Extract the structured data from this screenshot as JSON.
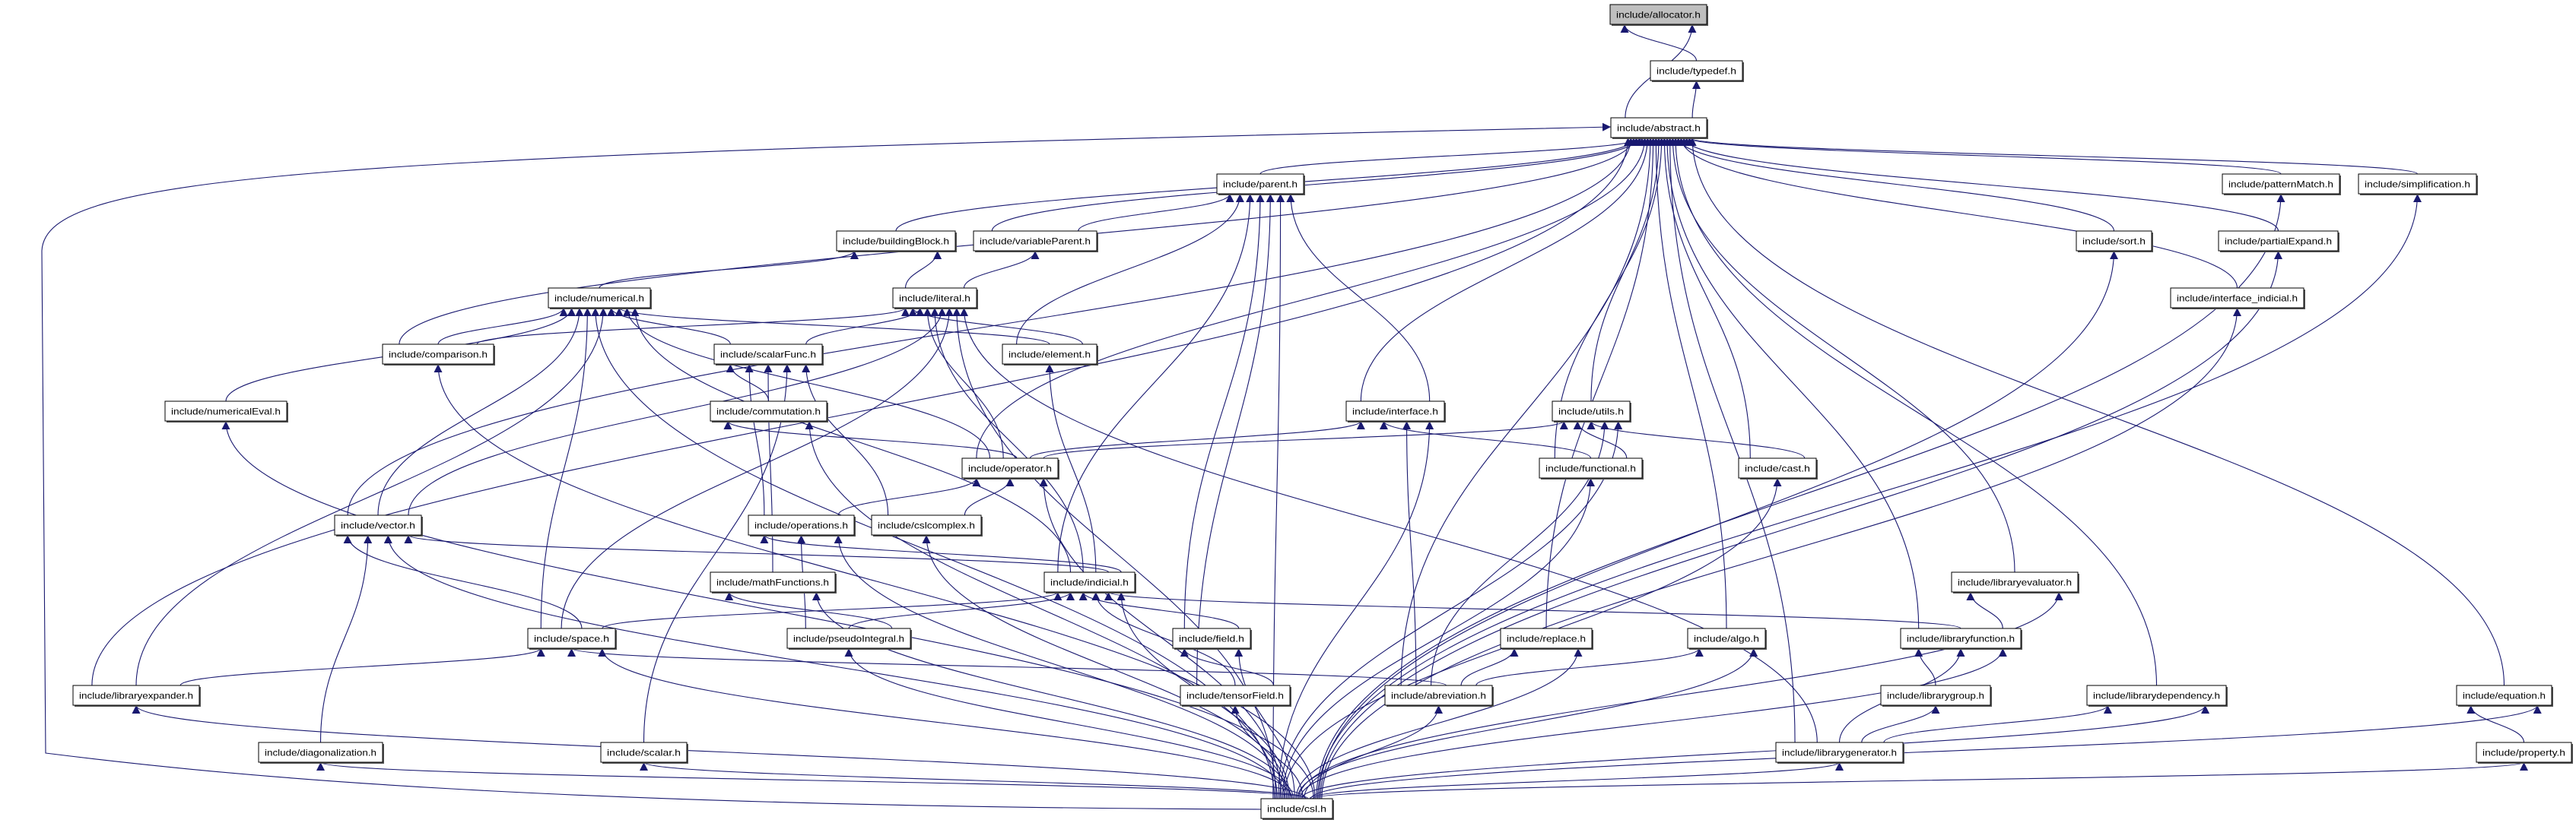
{
  "graph": {
    "type": "include-dependency-graph",
    "colors": {
      "edge": "#191970",
      "root_fill": "#bfbfbf",
      "node_fill": "#ffffff",
      "node_border": "#000000"
    },
    "nodes": [
      {
        "id": "allocator",
        "label": "include/allocator.h",
        "root": true
      },
      {
        "id": "typedef",
        "label": "include/typedef.h"
      },
      {
        "id": "abstract",
        "label": "include/abstract.h"
      },
      {
        "id": "parent",
        "label": "include/parent.h"
      },
      {
        "id": "patternMatch",
        "label": "include/patternMatch.h"
      },
      {
        "id": "simplification",
        "label": "include/simplification.h"
      },
      {
        "id": "buildingBlock",
        "label": "include/buildingBlock.h"
      },
      {
        "id": "variableParent",
        "label": "include/variableParent.h"
      },
      {
        "id": "sort",
        "label": "include/sort.h"
      },
      {
        "id": "partialExpand",
        "label": "include/partialExpand.h"
      },
      {
        "id": "numerical",
        "label": "include/numerical.h"
      },
      {
        "id": "literal",
        "label": "include/literal.h"
      },
      {
        "id": "interface_indicial",
        "label": "include/interface_indicial.h"
      },
      {
        "id": "comparison",
        "label": "include/comparison.h"
      },
      {
        "id": "scalarFunc",
        "label": "include/scalarFunc.h"
      },
      {
        "id": "element",
        "label": "include/element.h"
      },
      {
        "id": "numericalEval",
        "label": "include/numericalEval.h"
      },
      {
        "id": "commutation",
        "label": "include/commutation.h"
      },
      {
        "id": "interface",
        "label": "include/interface.h"
      },
      {
        "id": "utils",
        "label": "include/utils.h"
      },
      {
        "id": "operator",
        "label": "include/operator.h"
      },
      {
        "id": "functional",
        "label": "include/functional.h"
      },
      {
        "id": "cast",
        "label": "include/cast.h"
      },
      {
        "id": "vector",
        "label": "include/vector.h"
      },
      {
        "id": "operations",
        "label": "include/operations.h"
      },
      {
        "id": "cslcomplex",
        "label": "include/cslcomplex.h"
      },
      {
        "id": "mathFunctions",
        "label": "include/mathFunctions.h"
      },
      {
        "id": "indicial",
        "label": "include/indicial.h"
      },
      {
        "id": "libraryevaluator",
        "label": "include/libraryevaluator.h"
      },
      {
        "id": "space",
        "label": "include/space.h"
      },
      {
        "id": "pseudoIntegral",
        "label": "include/pseudoIntegral.h"
      },
      {
        "id": "field",
        "label": "include/field.h"
      },
      {
        "id": "replace",
        "label": "include/replace.h"
      },
      {
        "id": "algo",
        "label": "include/algo.h"
      },
      {
        "id": "libraryfunction",
        "label": "include/libraryfunction.h"
      },
      {
        "id": "libraryexpander",
        "label": "include/libraryexpander.h"
      },
      {
        "id": "tensorField",
        "label": "include/tensorField.h"
      },
      {
        "id": "abreviation",
        "label": "include/abreviation.h"
      },
      {
        "id": "librarygroup",
        "label": "include/librarygroup.h"
      },
      {
        "id": "librarydependency",
        "label": "include/librarydependency.h"
      },
      {
        "id": "equation",
        "label": "include/equation.h"
      },
      {
        "id": "diagonalization",
        "label": "include/diagonalization.h"
      },
      {
        "id": "scalar",
        "label": "include/scalar.h"
      },
      {
        "id": "librarygenerator",
        "label": "include/librarygenerator.h"
      },
      {
        "id": "property",
        "label": "include/property.h"
      },
      {
        "id": "csl",
        "label": "include/csl.h"
      }
    ],
    "edges": [
      [
        "typedef",
        "allocator"
      ],
      [
        "abstract",
        "allocator"
      ],
      [
        "abstract",
        "typedef"
      ],
      [
        "csl",
        "abstract"
      ],
      [
        "libraryexpander",
        "abstract"
      ],
      [
        "vector",
        "abstract"
      ],
      [
        "comparison",
        "abstract"
      ],
      [
        "buildingBlock",
        "abstract"
      ],
      [
        "variableParent",
        "abstract"
      ],
      [
        "parent",
        "abstract"
      ],
      [
        "operator",
        "abstract"
      ],
      [
        "interface",
        "abstract"
      ],
      [
        "abreviation",
        "abstract"
      ],
      [
        "replace",
        "abstract"
      ],
      [
        "algo",
        "abstract"
      ],
      [
        "utils",
        "abstract"
      ],
      [
        "functional",
        "abstract"
      ],
      [
        "cast",
        "abstract"
      ],
      [
        "libraryfunction",
        "abstract"
      ],
      [
        "librarygenerator",
        "abstract"
      ],
      [
        "libraryevaluator",
        "abstract"
      ],
      [
        "librarydependency",
        "abstract"
      ],
      [
        "sort",
        "abstract"
      ],
      [
        "interface_indicial",
        "abstract"
      ],
      [
        "partialExpand",
        "abstract"
      ],
      [
        "patternMatch",
        "abstract"
      ],
      [
        "simplification",
        "abstract"
      ],
      [
        "equation",
        "abstract"
      ],
      [
        "variableParent",
        "parent"
      ],
      [
        "element",
        "parent"
      ],
      [
        "indicial",
        "parent"
      ],
      [
        "field",
        "parent"
      ],
      [
        "tensorField",
        "parent"
      ],
      [
        "csl",
        "parent"
      ],
      [
        "interface",
        "parent"
      ],
      [
        "numerical",
        "buildingBlock"
      ],
      [
        "literal",
        "buildingBlock"
      ],
      [
        "literal",
        "variableParent"
      ],
      [
        "comparison",
        "numerical"
      ],
      [
        "numericalEval",
        "numerical"
      ],
      [
        "vector",
        "numerical"
      ],
      [
        "space",
        "numerical"
      ],
      [
        "csl",
        "numerical"
      ],
      [
        "libraryexpander",
        "numerical"
      ],
      [
        "scalarFunc",
        "numerical"
      ],
      [
        "element",
        "numerical"
      ],
      [
        "operator",
        "numerical"
      ],
      [
        "indicial",
        "numerical"
      ],
      [
        "comparison",
        "literal"
      ],
      [
        "element",
        "literal"
      ],
      [
        "scalarFunc",
        "literal"
      ],
      [
        "operator",
        "literal"
      ],
      [
        "indicial",
        "literal"
      ],
      [
        "vector",
        "literal"
      ],
      [
        "space",
        "literal"
      ],
      [
        "csl",
        "literal"
      ],
      [
        "librarygenerator",
        "literal"
      ],
      [
        "commutation",
        "scalarFunc"
      ],
      [
        "operations",
        "scalarFunc"
      ],
      [
        "mathFunctions",
        "scalarFunc"
      ],
      [
        "scalar",
        "scalarFunc"
      ],
      [
        "cslcomplex",
        "scalarFunc"
      ],
      [
        "operator",
        "commutation"
      ],
      [
        "csl",
        "commutation"
      ],
      [
        "indicial",
        "element"
      ],
      [
        "operator",
        "interface"
      ],
      [
        "functional",
        "interface"
      ],
      [
        "abreviation",
        "interface"
      ],
      [
        "csl",
        "interface"
      ],
      [
        "operator",
        "utils"
      ],
      [
        "functional",
        "utils"
      ],
      [
        "cast",
        "utils"
      ],
      [
        "abreviation",
        "utils"
      ],
      [
        "csl",
        "utils"
      ],
      [
        "operations",
        "operator"
      ],
      [
        "cslcomplex",
        "operator"
      ],
      [
        "csl",
        "operator"
      ],
      [
        "csl",
        "functional"
      ],
      [
        "csl",
        "cast"
      ],
      [
        "space",
        "vector"
      ],
      [
        "diagonalization",
        "vector"
      ],
      [
        "csl",
        "vector"
      ],
      [
        "indicial",
        "vector"
      ],
      [
        "indicial",
        "operations"
      ],
      [
        "pseudoIntegral",
        "operations"
      ],
      [
        "csl",
        "operations"
      ],
      [
        "csl",
        "cslcomplex"
      ],
      [
        "space",
        "indicial"
      ],
      [
        "pseudoIntegral",
        "indicial"
      ],
      [
        "field",
        "indicial"
      ],
      [
        "tensorField",
        "indicial"
      ],
      [
        "libraryfunction",
        "indicial"
      ],
      [
        "csl",
        "indicial"
      ],
      [
        "pseudoIntegral",
        "mathFunctions"
      ],
      [
        "csl",
        "mathFunctions"
      ],
      [
        "libraryexpander",
        "space"
      ],
      [
        "abreviation",
        "space"
      ],
      [
        "csl",
        "space"
      ],
      [
        "csl",
        "pseudoIntegral"
      ],
      [
        "tensorField",
        "field"
      ],
      [
        "csl",
        "field"
      ],
      [
        "abreviation",
        "replace"
      ],
      [
        "csl",
        "replace"
      ],
      [
        "abreviation",
        "algo"
      ],
      [
        "csl",
        "algo"
      ],
      [
        "libraryfunction",
        "libraryevaluator"
      ],
      [
        "csl",
        "libraryevaluator"
      ],
      [
        "librarygroup",
        "libraryfunction"
      ],
      [
        "librarygenerator",
        "libraryfunction"
      ],
      [
        "csl",
        "libraryfunction"
      ],
      [
        "librarygenerator",
        "librarygroup"
      ],
      [
        "librarygenerator",
        "librarydependency"
      ],
      [
        "csl",
        "librarydependency"
      ],
      [
        "csl",
        "tensorField"
      ],
      [
        "csl",
        "abreviation"
      ],
      [
        "csl",
        "libraryexpander"
      ],
      [
        "csl",
        "diagonalization"
      ],
      [
        "csl",
        "scalar"
      ],
      [
        "csl",
        "librarygenerator"
      ],
      [
        "property",
        "equation"
      ],
      [
        "csl",
        "equation"
      ],
      [
        "csl",
        "property"
      ],
      [
        "csl",
        "numericalEval"
      ],
      [
        "csl",
        "comparison"
      ],
      [
        "csl",
        "patternMatch"
      ],
      [
        "csl",
        "simplification"
      ],
      [
        "csl",
        "sort"
      ],
      [
        "csl",
        "partialExpand"
      ],
      [
        "csl",
        "interface_indicial"
      ]
    ]
  }
}
